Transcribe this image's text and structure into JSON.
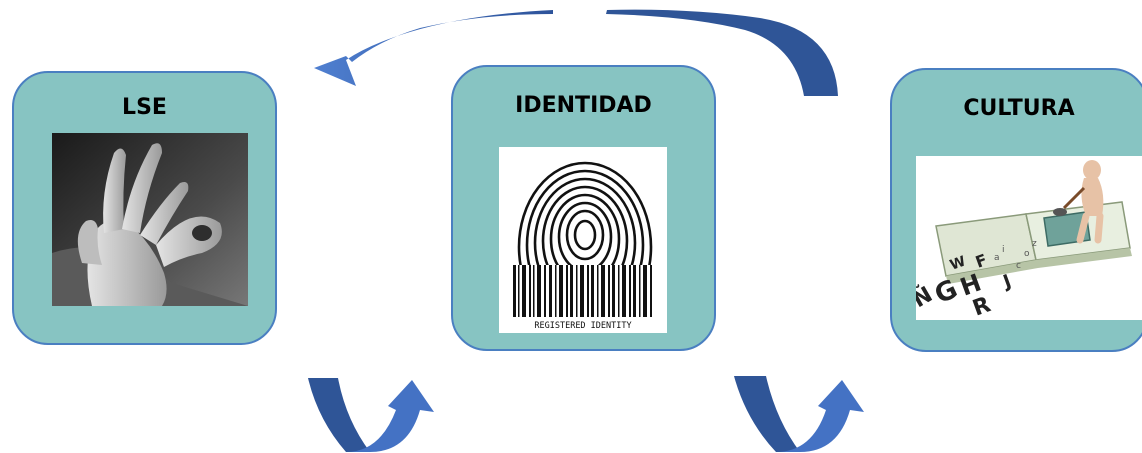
{
  "boxes": {
    "lse": {
      "title": "LSE"
    },
    "identidad": {
      "title": "IDENTIDAD"
    },
    "cultura": {
      "title": "CULTURA"
    }
  },
  "fingerprint": {
    "caption": "REGISTERED IDENTITY"
  },
  "book": {
    "letters": [
      "Ñ",
      "G",
      "H",
      "W",
      "R",
      "F",
      "J"
    ]
  },
  "colors": {
    "box_fill": "#87c4c2",
    "box_border": "#4a7fc1",
    "arrow": "#4472c4",
    "arrow_dark": "#2f5597"
  }
}
